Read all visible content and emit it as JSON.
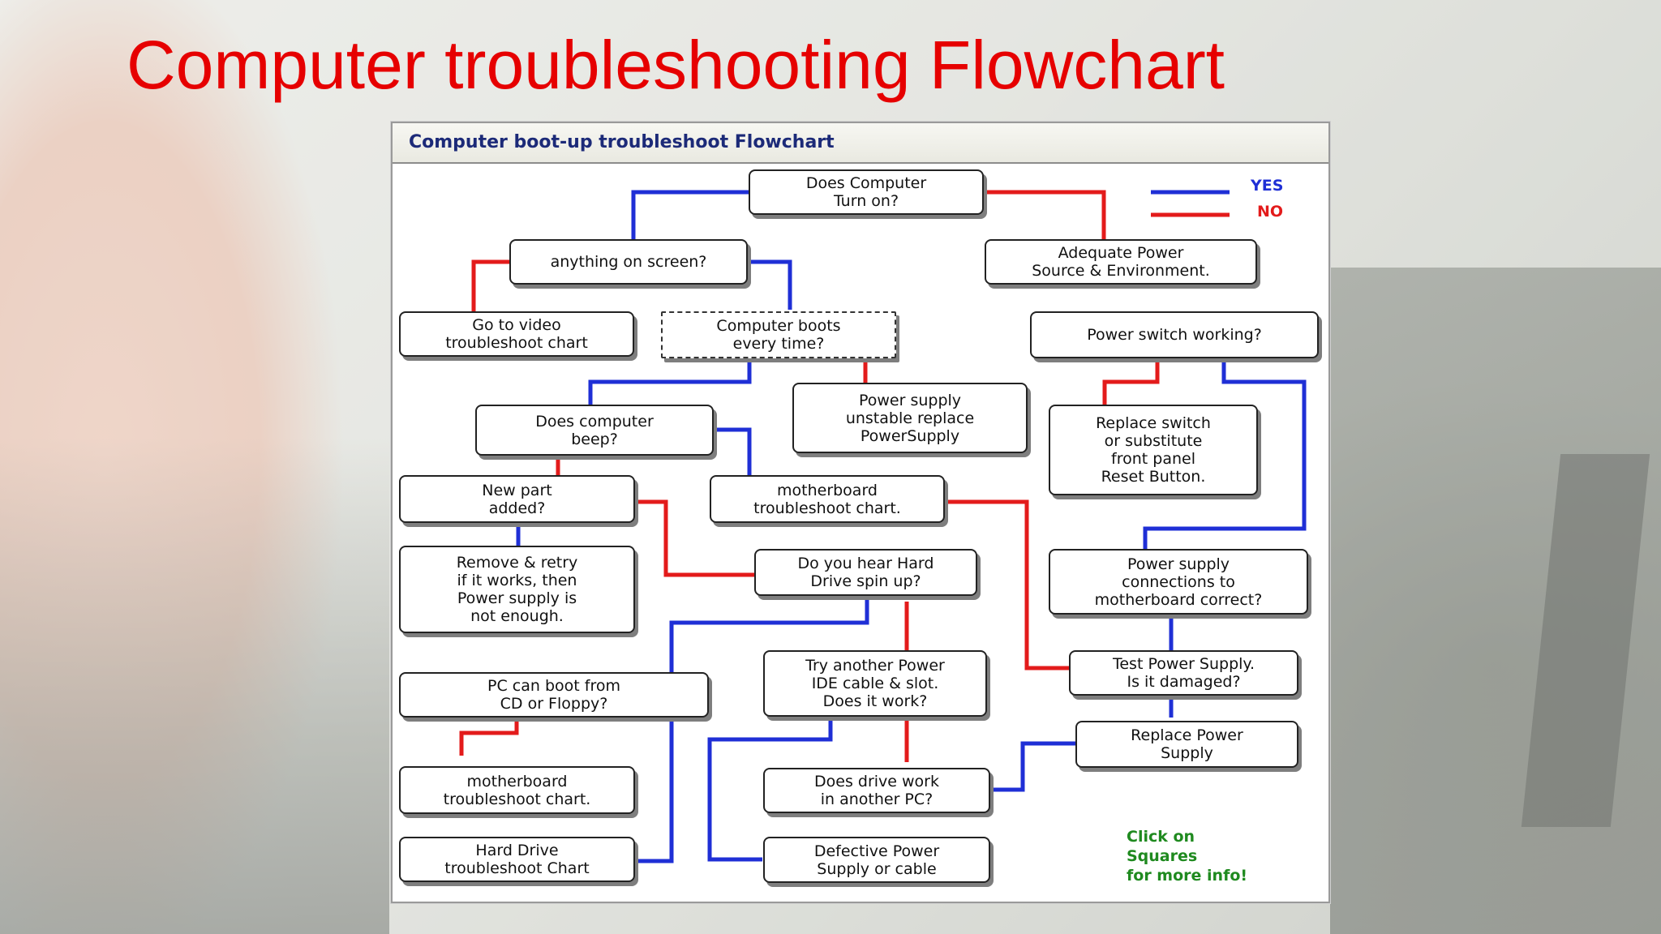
{
  "slide": {
    "title": "Computer troubleshooting Flowchart",
    "title_color": "#e60000"
  },
  "chart": {
    "title": "Computer boot-up troubleshoot Flowchart",
    "title_color": "#1c2a78",
    "legend": {
      "yes_label": "YES",
      "no_label": "NO",
      "yes_color": "#1f2fd6",
      "no_color": "#e31b1b"
    },
    "footnote": "Click on\nSquares\nfor more info!",
    "footnote_color": "#1f8a1f",
    "nodes": {
      "turn_on": "Does Computer\nTurn on?",
      "anything_on_screen": "anything on screen?",
      "adequate_power": "Adequate Power\nSource & Environment.",
      "video_chart": "Go to video\ntroubleshoot chart",
      "boots_every_time": "Computer boots\nevery time?",
      "power_switch": "Power switch working?",
      "beep": "Does computer\nbeep?",
      "psu_unstable": "Power supply\nunstable replace\nPowerSupply",
      "replace_switch": "Replace switch\nor substitute\nfront panel\nReset Button.",
      "new_part": "New part\nadded?",
      "mb_chart_1": "motherboard\ntroubleshoot chart.",
      "remove_retry": "Remove & retry\nif it works, then\nPower supply is\nnot enough.",
      "hear_hdd": "Do you hear Hard\nDrive spin up?",
      "psu_connections": "Power supply\nconnections to\nmotherboard correct?",
      "try_ide": "Try another Power\nIDE cable & slot.\nDoes it work?",
      "test_psu": "Test Power Supply.\nIs it damaged?",
      "boot_cd": "PC can boot from\nCD or Floppy?",
      "replace_psu": "Replace Power\nSupply",
      "mb_chart_2": "motherboard\ntroubleshoot chart.",
      "drive_other_pc": "Does drive work\nin another PC?",
      "hdd_chart": "Hard Drive\ntroubleshoot Chart",
      "defective_psu": "Defective Power\nSupply or cable"
    }
  }
}
